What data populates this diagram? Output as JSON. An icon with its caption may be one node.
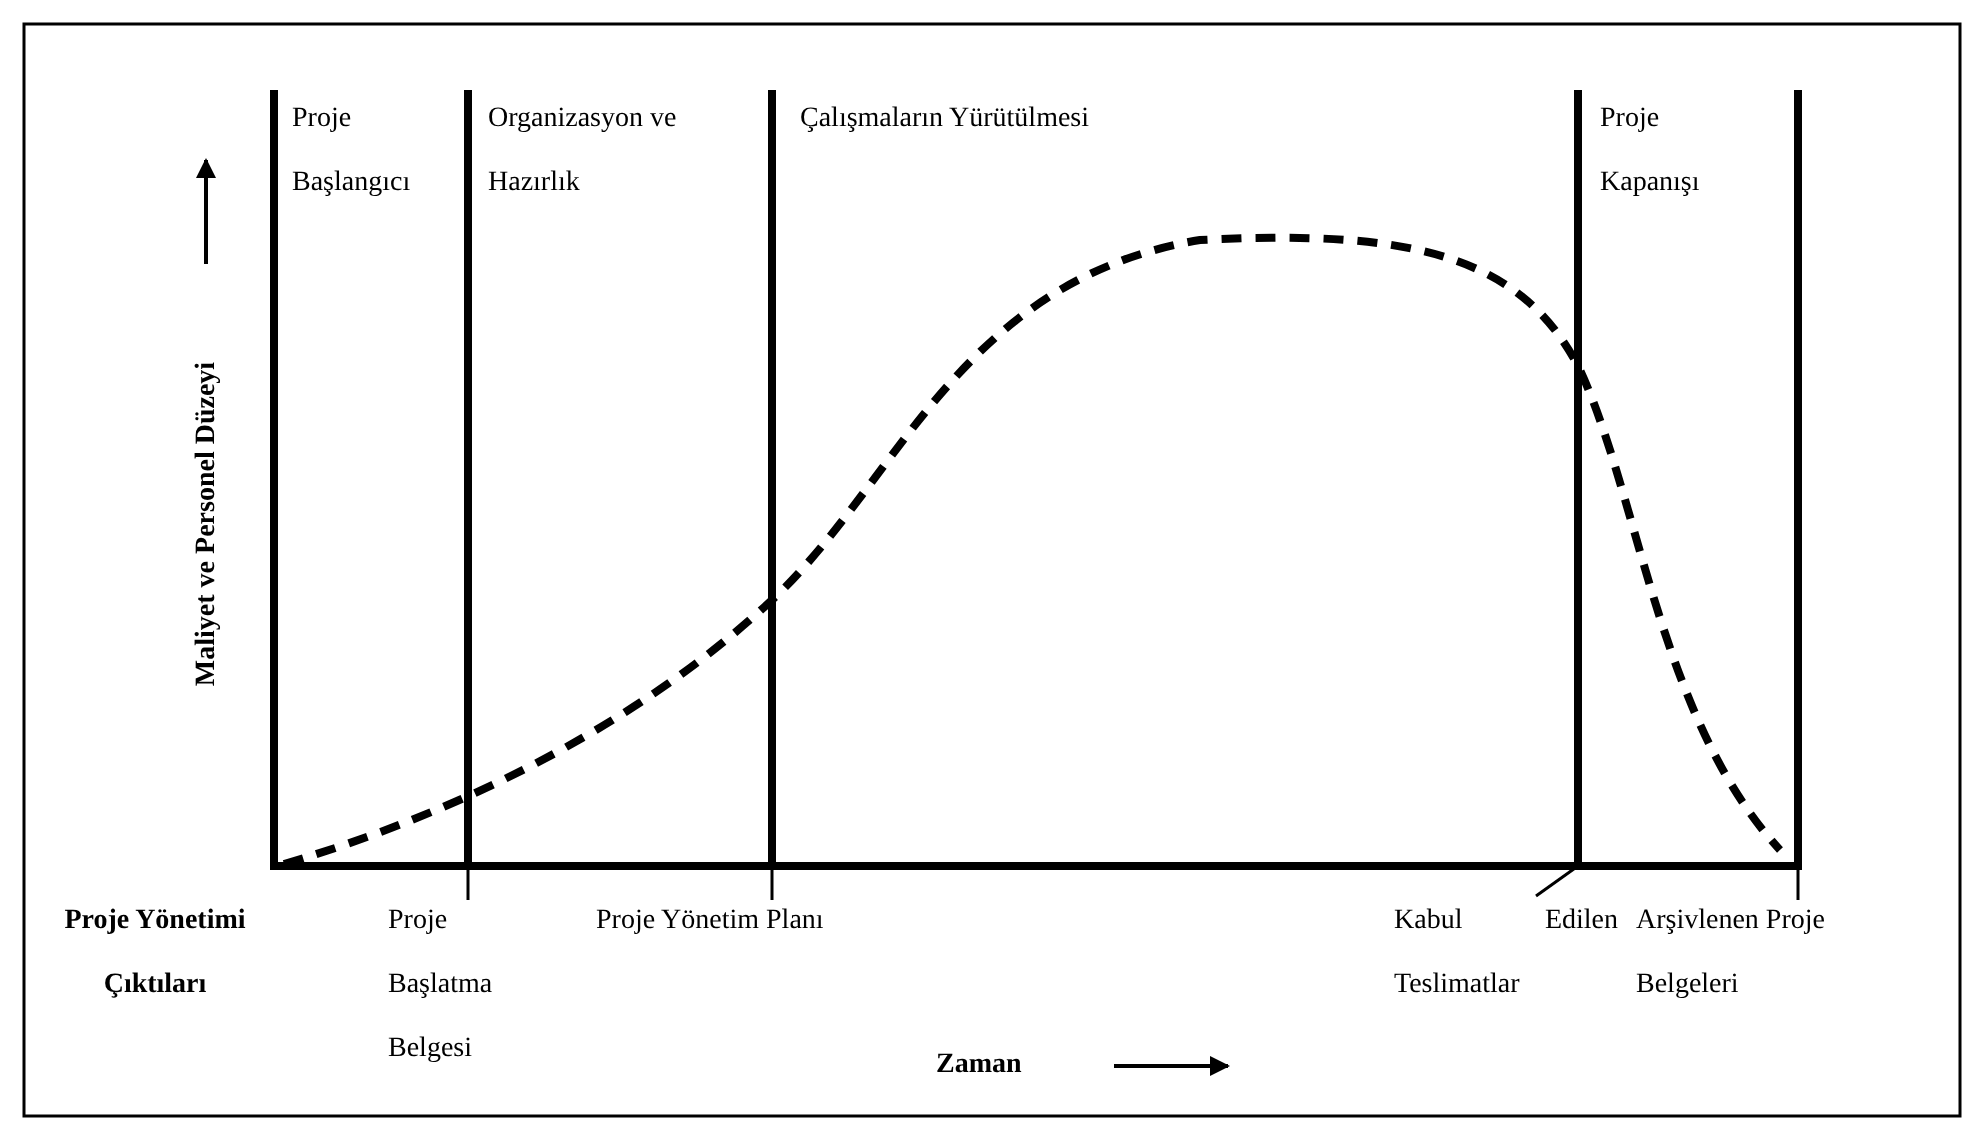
{
  "diagram": {
    "labels": [
      "Proje Başlangıcı",
      "Organizasyon ve Hazırlık",
      "Çalışmaların Yürütülmesi",
      "Proje Kapanışı",
      "Maliyet ve Personel Düzeyi",
      "Proje Yönetimi Çıktıları",
      "Proje Başlatma Belgesi",
      "Proje Yönetim Planı",
      "Kabul Edilen Teslimatlar",
      "Arşivlenen Proje Belgeleri",
      "Zaman"
    ]
  }
}
